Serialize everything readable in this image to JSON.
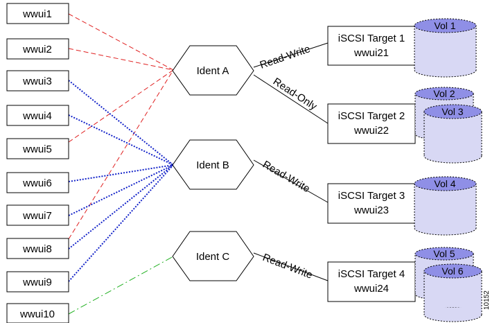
{
  "initiators": [
    "wwui1",
    "wwui2",
    "wwui3",
    "wwui4",
    "wwui5",
    "wwui6",
    "wwui7",
    "wwui8",
    "wwui9",
    "wwui10"
  ],
  "idents": [
    "Ident A",
    "Ident B",
    "Ident C"
  ],
  "targets": [
    {
      "name": "iSCSI Target 1",
      "wwui": "wwui21"
    },
    {
      "name": "iSCSI Target 2",
      "wwui": "wwui22"
    },
    {
      "name": "iSCSI Target 3",
      "wwui": "wwui23"
    },
    {
      "name": "iSCSI Target 4",
      "wwui": "wwui24"
    }
  ],
  "links": [
    "Read-Write",
    "Read-Only",
    "Read-Write",
    "Read-Write"
  ],
  "volumes": [
    "Vol 1",
    "Vol 2",
    "Vol 3",
    "Vol 4",
    "Vol 5",
    "Vol 6"
  ],
  "figure_number": "10152",
  "colors": {
    "ident_a": "#e02020",
    "ident_b": "#1020c8",
    "ident_c": "#20b020",
    "volume_top": "#8f8fe6",
    "volume_body": "#d8d8f4"
  }
}
